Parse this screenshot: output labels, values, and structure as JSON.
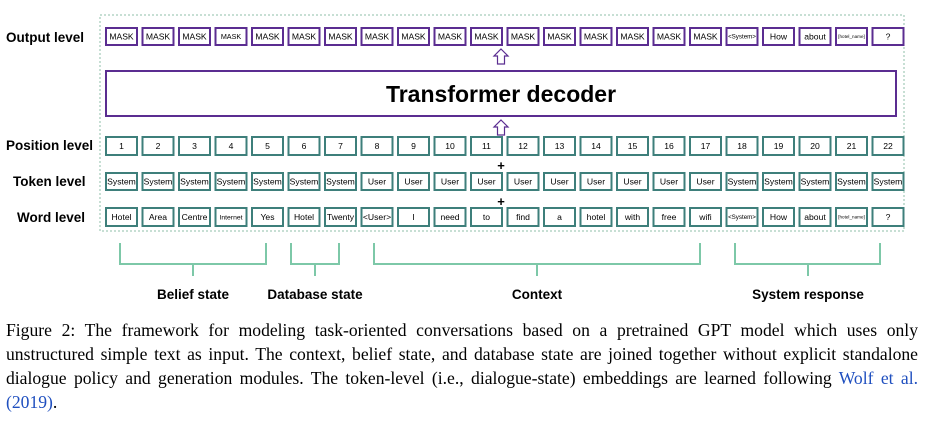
{
  "rows": {
    "output": {
      "label": "Output level",
      "tokens": [
        "MASK",
        "MASK",
        "MASK",
        "MASK",
        "MASK",
        "MASK",
        "MASK",
        "MASK",
        "MASK",
        "MASK",
        "MASK",
        "MASK",
        "MASK",
        "MASK",
        "MASK",
        "MASK",
        "MASK",
        "<System>",
        "How",
        "about",
        "[hotel_name]",
        "?"
      ]
    },
    "position": {
      "label": "Position level",
      "tokens": [
        "1",
        "2",
        "3",
        "4",
        "5",
        "6",
        "7",
        "8",
        "9",
        "10",
        "11",
        "12",
        "13",
        "14",
        "15",
        "16",
        "17",
        "18",
        "19",
        "20",
        "21",
        "22"
      ]
    },
    "token": {
      "label": "Token level",
      "tokens": [
        "System",
        "System",
        "System",
        "System",
        "System",
        "System",
        "System",
        "User",
        "User",
        "User",
        "User",
        "User",
        "User",
        "User",
        "User",
        "User",
        "User",
        "System",
        "System",
        "System",
        "System",
        "System"
      ]
    },
    "word": {
      "label": "Word level",
      "tokens": [
        "Hotel",
        "Area",
        "Centre",
        "Internet",
        "Yes",
        "Hotel",
        "Twenty",
        "<User>",
        "I",
        "need",
        "to",
        "find",
        "a",
        "hotel",
        "with",
        "free",
        "wifi",
        "<System>",
        "How",
        "about",
        "[hotel_name]",
        "?"
      ]
    }
  },
  "decoder": {
    "label": "Transformer decoder"
  },
  "plus_signs": [
    "+",
    "+"
  ],
  "groups": [
    "Belief state",
    "Database state",
    "Context",
    "System response"
  ],
  "caption": {
    "text": "Figure 2: The framework for modeling task-oriented conversations based on a pretrained GPT model which uses only unstructured simple text as input. The context, belief state, and database state are joined together without explicit standalone dialogue policy and generation modules. The token-level (i.e., dialogue-state) embeddings are learned following ",
    "citation": "Wolf et al. (2019)",
    "end": "."
  },
  "colors": {
    "purple": "#5b2d91",
    "teal": "#3e7f7b",
    "green_bracket": "#7dc8a8",
    "dotted_border": "#8fbfa8"
  }
}
